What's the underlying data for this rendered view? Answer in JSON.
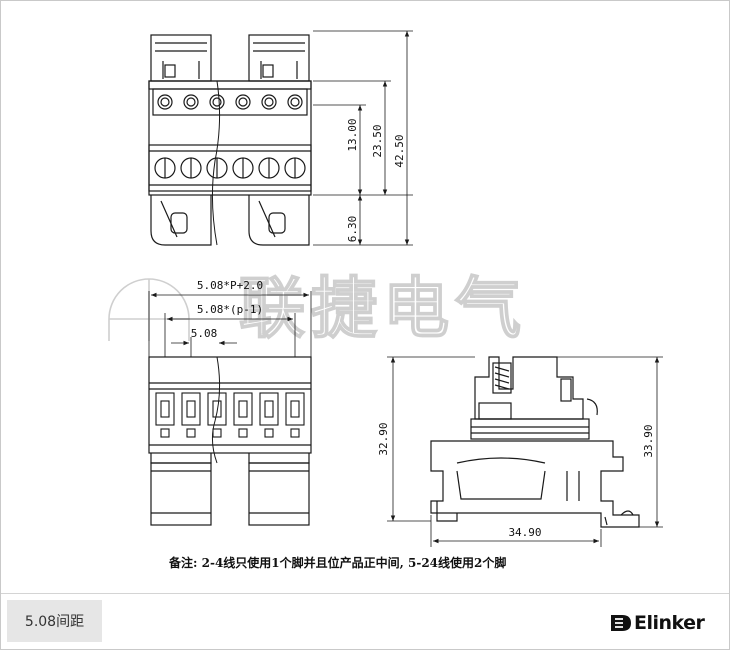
{
  "diagram": {
    "dimensions": {
      "top_right_outer": "42.50",
      "top_right_middle": "23.50",
      "top_right_inner": "13.00",
      "top_right_bottom": "6.30",
      "pitch_total": "5.08*P+2.0",
      "pitch_minus_one": "5.08*(p-1)",
      "pitch_single": "5.08",
      "side_height_left": "32.90",
      "side_height_right": "33.90",
      "side_width": "34.90"
    },
    "watermark": "联捷电气",
    "note": "备注: 2-4线只使用1个脚并且位产品正中间, 5-24线使用2个脚"
  },
  "footer": {
    "pitch_label": "5.08间距",
    "brand_name": "Elinker"
  },
  "colors": {
    "line": "#1a1a1a",
    "watermark_stroke": "#cfcfcf",
    "label_bg": "#e6e6e6"
  }
}
